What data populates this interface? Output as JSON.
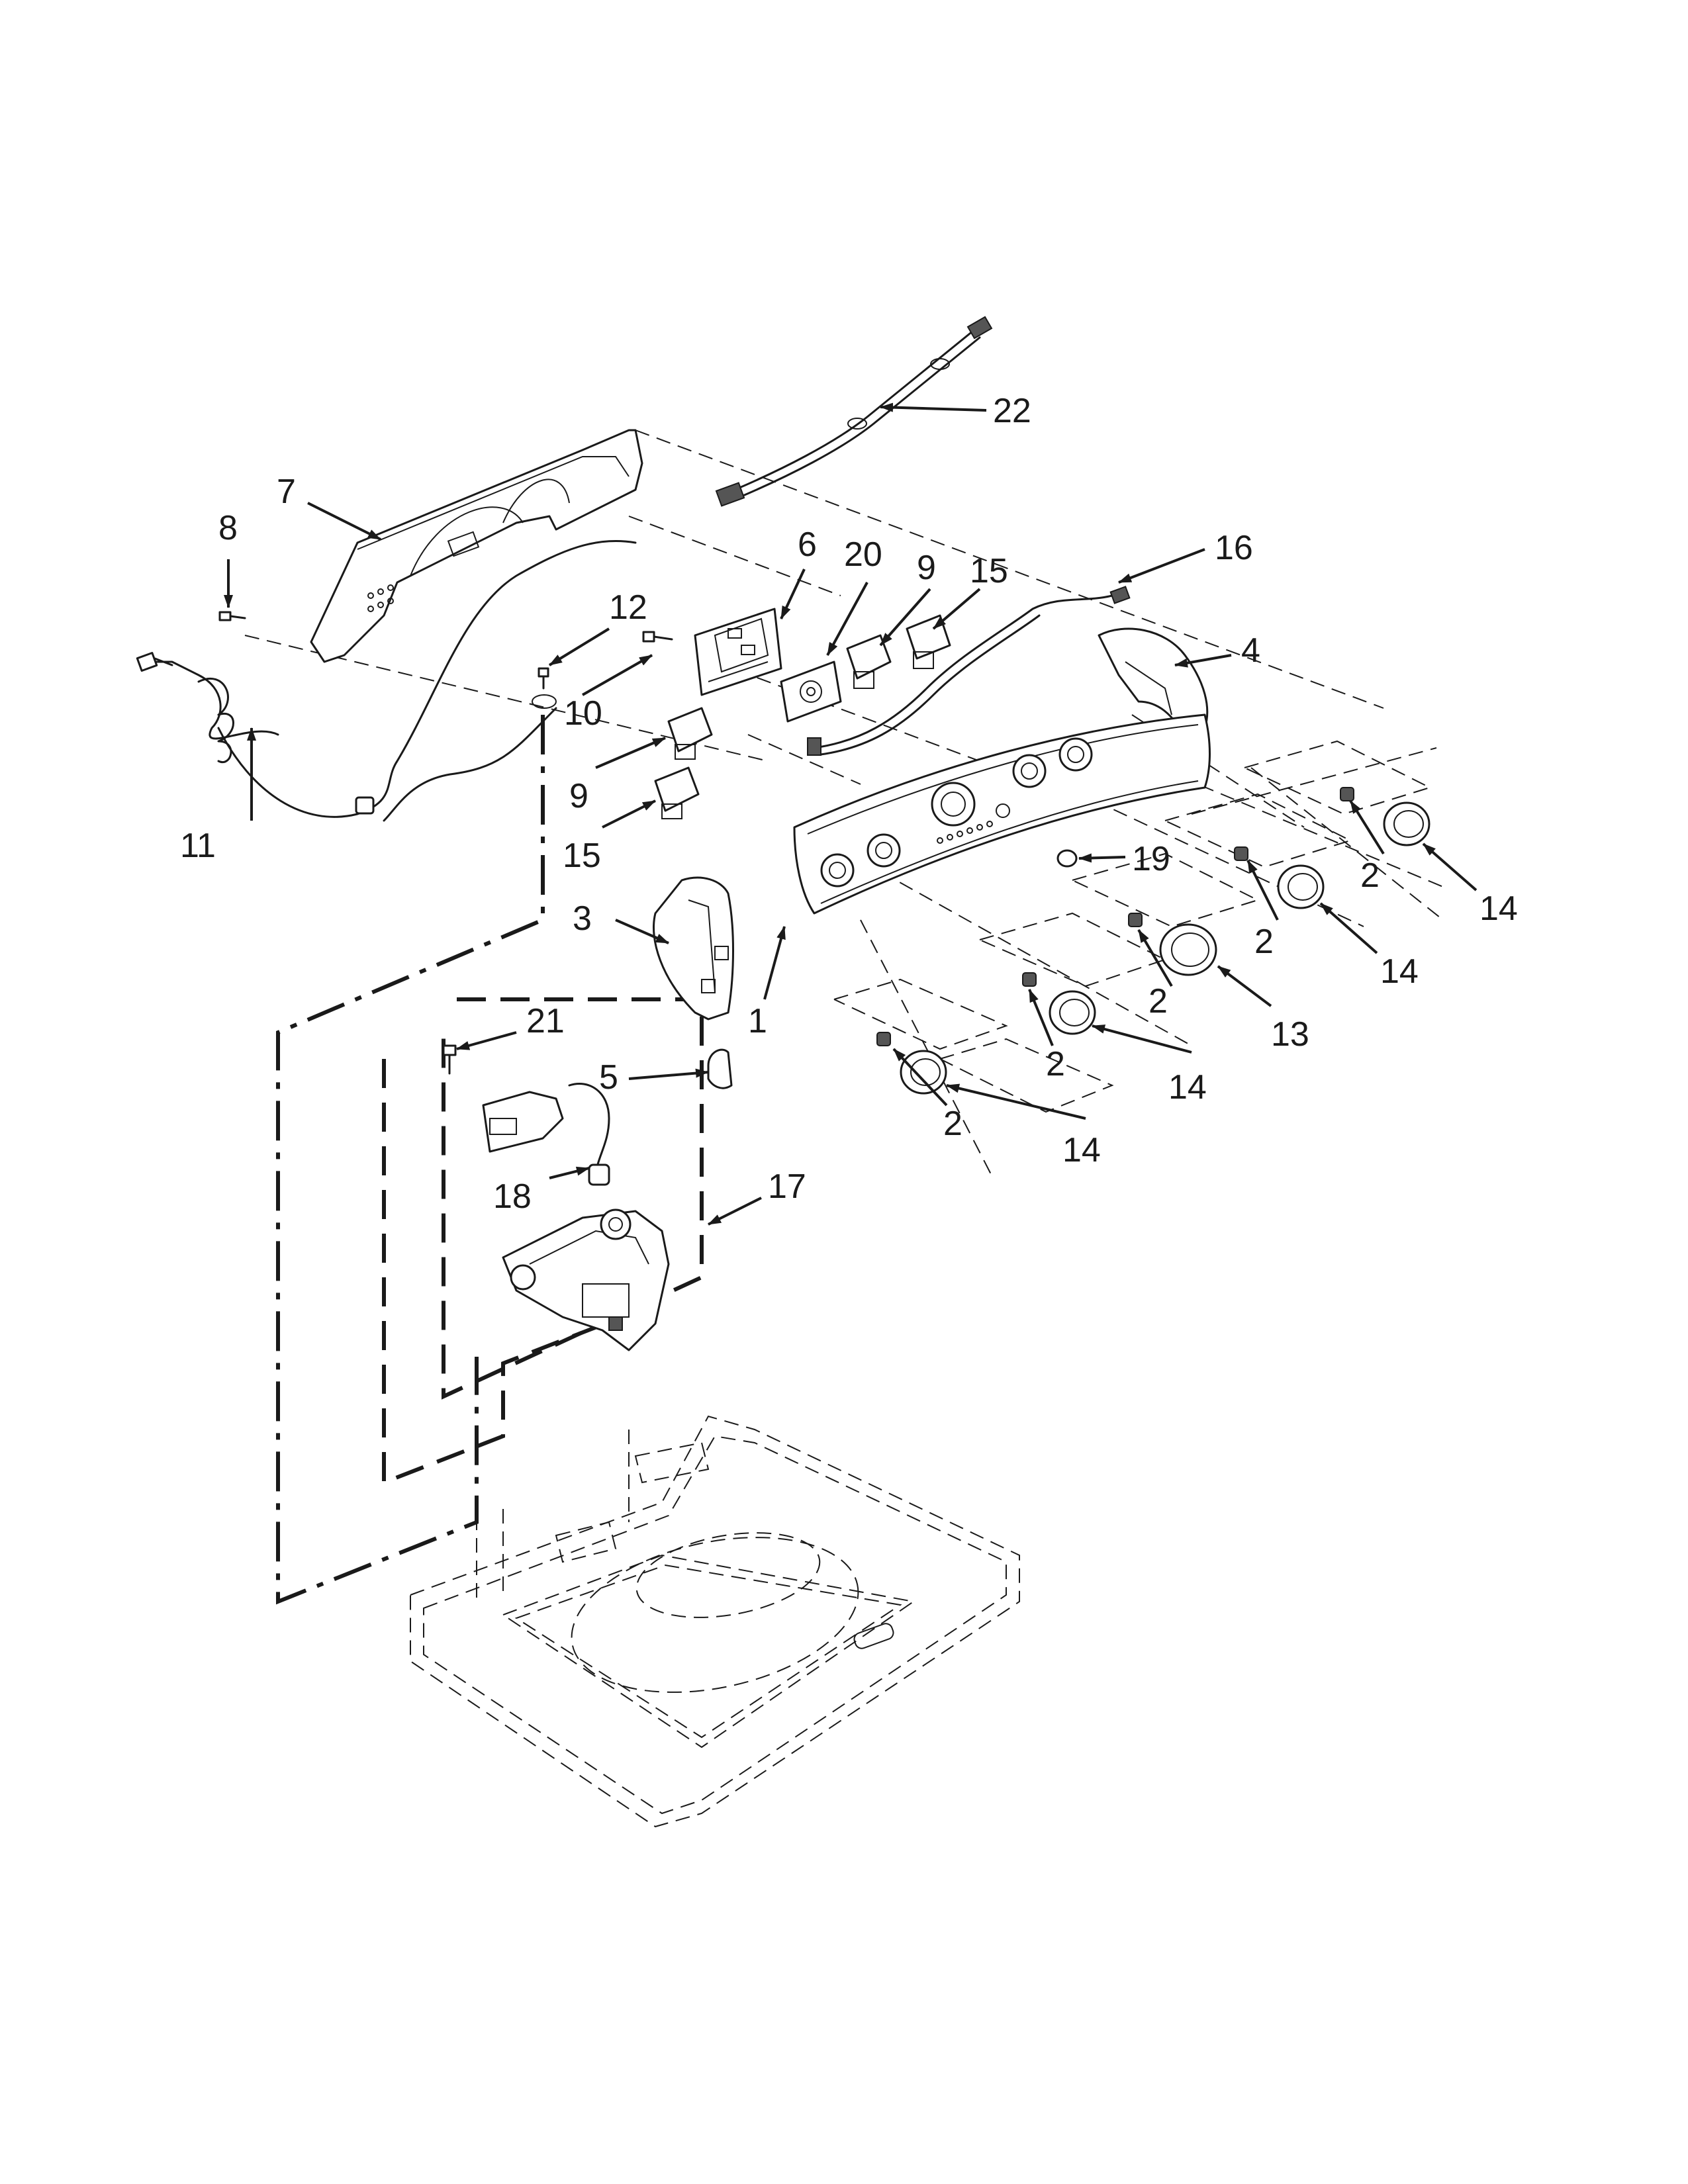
{
  "callouts": {
    "c1": "1",
    "c2a": "2",
    "c2b": "2",
    "c2c": "2",
    "c2d": "2",
    "c2e": "2",
    "c3": "3",
    "c4": "4",
    "c5": "5",
    "c6": "6",
    "c7": "7",
    "c8": "8",
    "c9a": "9",
    "c9b": "9",
    "c10": "10",
    "c11": "11",
    "c12": "12",
    "c13": "13",
    "c14a": "14",
    "c14b": "14",
    "c14c": "14",
    "c14d": "14",
    "c15a": "15",
    "c15b": "15",
    "c16": "16",
    "c17": "17",
    "c18": "18",
    "c19": "19",
    "c20": "20",
    "c21": "21",
    "c22": "22"
  }
}
